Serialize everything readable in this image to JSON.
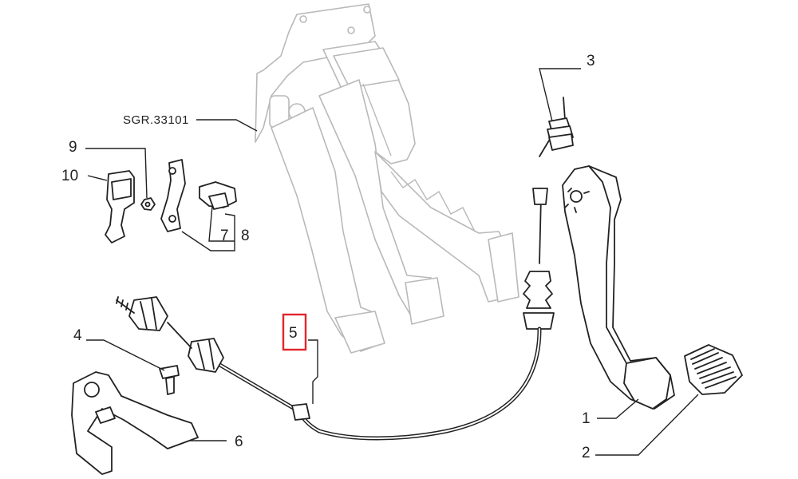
{
  "diagram": {
    "reference_code": "SGR.33101",
    "callouts": [
      {
        "id": "1",
        "label": "1"
      },
      {
        "id": "2",
        "label": "2"
      },
      {
        "id": "3",
        "label": "3"
      },
      {
        "id": "4",
        "label": "4"
      },
      {
        "id": "5",
        "label": "5"
      },
      {
        "id": "6",
        "label": "6"
      },
      {
        "id": "7",
        "label": "7"
      },
      {
        "id": "8",
        "label": "8"
      },
      {
        "id": "9",
        "label": "9"
      },
      {
        "id": "10",
        "label": "10"
      }
    ],
    "highlighted_callout": "5",
    "highlight_color": "#e0262c",
    "line_color": "#222222",
    "ghost_color": "#b9b9b9"
  }
}
